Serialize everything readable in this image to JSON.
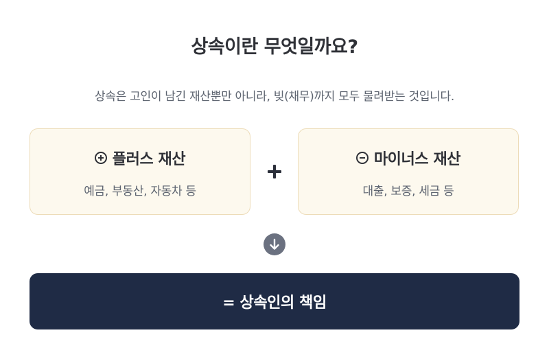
{
  "header": {
    "title": "상속이란 무엇일까요?",
    "subtitle": "상속은 고인이 남긴 재산뿐만 아니라, 빚(채무)까지 모두 물려받는 것입니다."
  },
  "cards": {
    "plus": {
      "icon": "circle-plus-icon",
      "title": "플러스 재산",
      "description": "예금, 부동산, 자동차 등"
    },
    "minus": {
      "icon": "circle-minus-icon",
      "title": "마이너스 재산",
      "description": "대출, 보증, 세금 등"
    }
  },
  "operator_icon": "plus-icon",
  "arrow_icon": "arrow-down-circle-icon",
  "result": {
    "label": "= 상속인의 책임"
  },
  "colors": {
    "card_background": "#fdf9ee",
    "card_border": "#eddcb8",
    "result_background": "#1f2b45",
    "arrow_background": "#6b7180",
    "heading_text": "#2f3137",
    "body_text": "#5d6470"
  }
}
